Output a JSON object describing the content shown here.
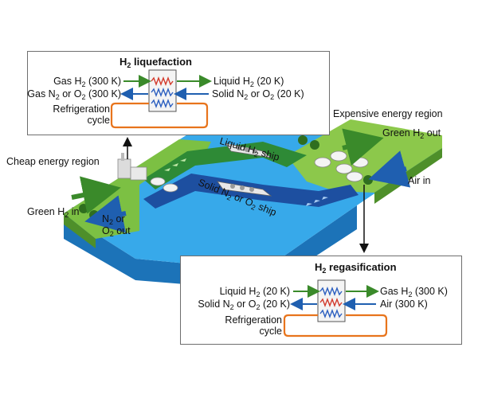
{
  "colors": {
    "green_arrow": "#3a8a2a",
    "blue_arrow": "#1f5fb0",
    "orange_loop": "#e8741c",
    "red_coil": "#d33a2c",
    "blue_coil": "#2c5fc0",
    "water": "#35a6e6",
    "grass": "#7cc043"
  },
  "icons": [
    "heat-exchanger-icon",
    "ship-icon",
    "storage-tank-icon",
    "factory-icon",
    "tree-icon"
  ],
  "liquefaction": {
    "title_pre": "H",
    "title_sub": "2",
    "title_post": " liquefaction",
    "in1_pre": "Gas H",
    "in1_sub": "2",
    "in1_post": " (300 K)",
    "in2_pre": "Gas N",
    "in2_sub": "2",
    "in2_post": " or O",
    "in2_sub2": "2",
    "in2_post2": " (300 K)",
    "out1_pre": "Liquid H",
    "out1_sub": "2",
    "out1_post": " (20 K)",
    "out2_pre": "Solid N",
    "out2_sub": "2",
    "out2_post": " or O",
    "out2_sub2": "2",
    "out2_post2": " (20 K)",
    "refrig_1": "Refrigeration",
    "refrig_2": "cycle"
  },
  "regasification": {
    "title_pre": "H",
    "title_sub": "2",
    "title_post": " regasification",
    "in1_pre": "Liquid H",
    "in1_sub": "2",
    "in1_post": " (20 K)",
    "in2_pre": "Solid N",
    "in2_sub": "2",
    "in2_post": " or O",
    "in2_sub2": "2",
    "in2_post2": " (20 K)",
    "out1_pre": "Gas H",
    "out1_sub": "2",
    "out1_post": " (300 K)",
    "out2": "Air (300 K)",
    "refrig_1": "Refrigeration",
    "refrig_2": "cycle"
  },
  "scene": {
    "cheap_region": "Cheap energy region",
    "expensive_region": "Expensive energy region",
    "green_in_pre": "Green H",
    "green_in_sub": "2",
    "green_in_post": " in",
    "green_out_pre": "Green H",
    "green_out_sub": "2",
    "green_out_post": " out",
    "air_in": "Air in",
    "n2_out_1_pre": "N",
    "n2_out_1_sub": "2",
    "n2_out_1_post": " or",
    "n2_out_2_pre": "O",
    "n2_out_2_sub": "2",
    "n2_out_2_post": " out",
    "ship1_pre": "Liquid H",
    "ship1_sub": "2",
    "ship1_post": " ship",
    "ship2_pre": "Solid N",
    "ship2_sub": "2",
    "ship2_post": " or O",
    "ship2_sub2": "2",
    "ship2_post2": " ship"
  }
}
